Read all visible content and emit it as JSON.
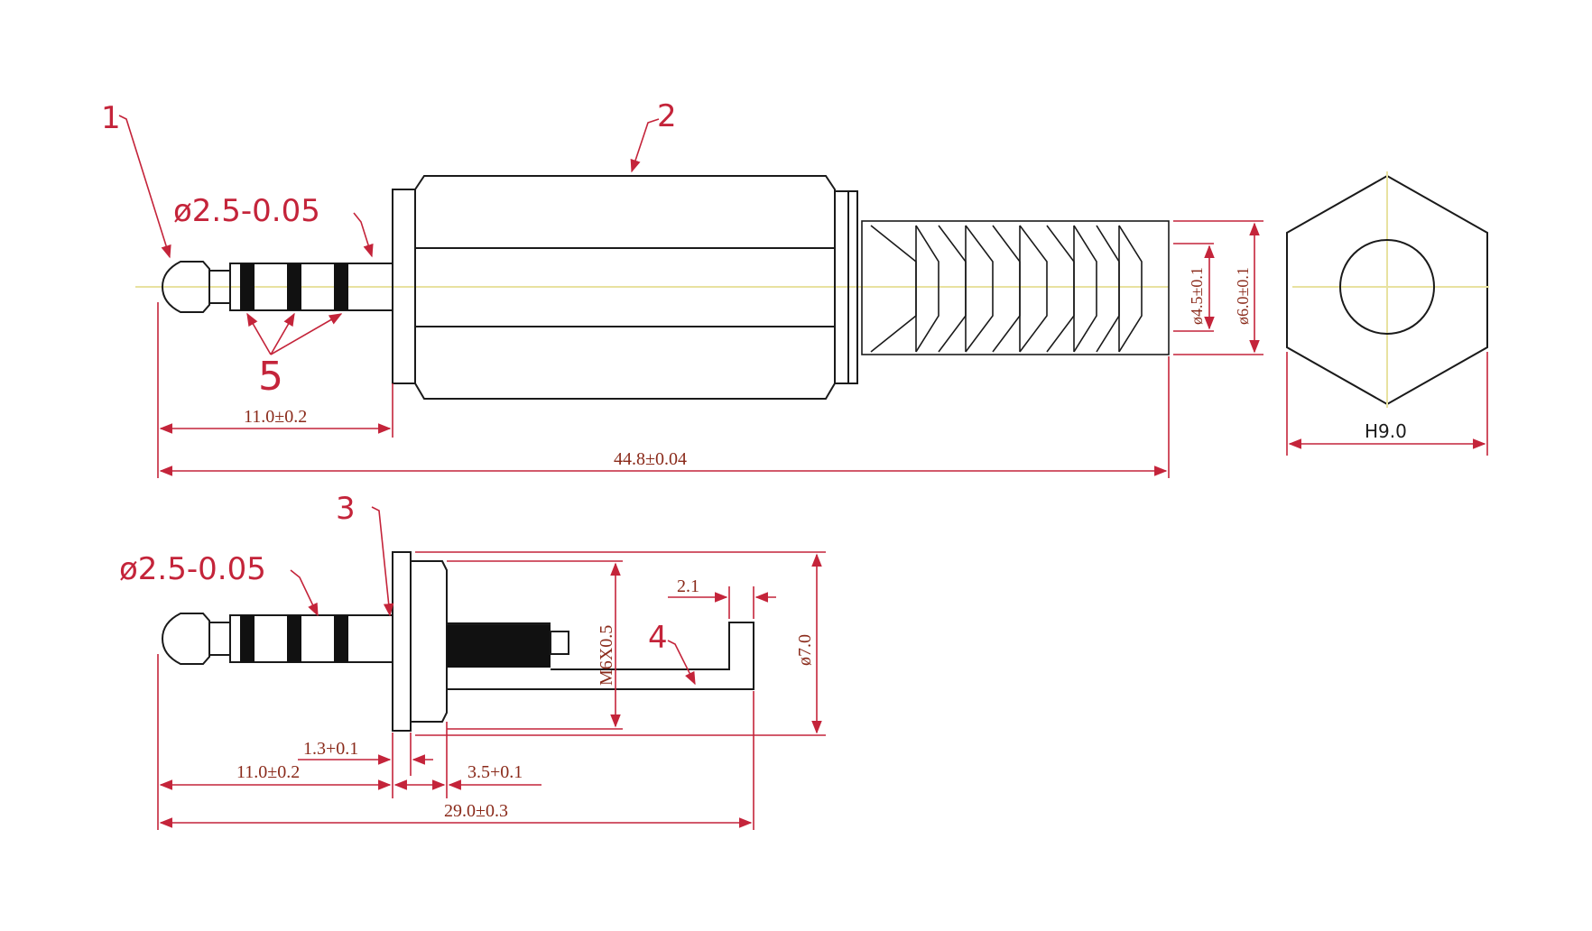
{
  "colors": {
    "outline": "#1a1a1a",
    "dimension": "#c4243a",
    "centerline": "#e8e2a0",
    "dimtext": "#8a2a1a",
    "background": "#ffffff"
  },
  "callouts": {
    "part1": "1",
    "part2": "2",
    "part3": "3",
    "part4": "4",
    "part5": "5"
  },
  "top_view": {
    "tip_diameter": "ø2.5-0.05",
    "tip_length": "11.0±0.2",
    "total_length": "44.8±0.04",
    "inner_diameter": "ø4.5±0.1",
    "outer_diameter": "ø6.0±0.1",
    "hex_width": "H9.0"
  },
  "bottom_view": {
    "tip_diameter": "ø2.5-0.05",
    "thread": "M6X0.5",
    "clip_width": "2.1",
    "body_diameter": "ø7.0",
    "flange_thickness": "1.3+0.1",
    "tip_length": "11.0±0.2",
    "thread_length": "3.5+0.1",
    "total_length": "29.0±0.3"
  }
}
